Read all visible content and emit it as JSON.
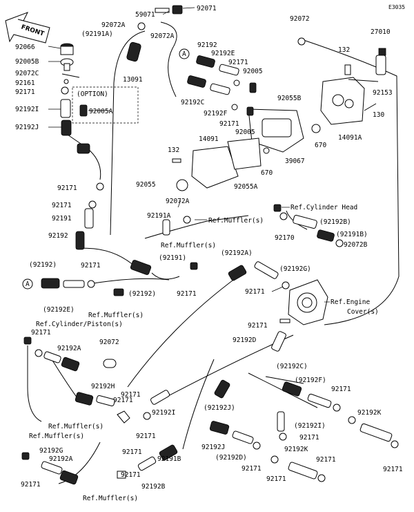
{
  "diagram_code": "E3035",
  "front_arrow_text": "FRONT",
  "option_box_title": "(OPTION)",
  "labels": [
    {
      "id": "l01",
      "text": "59071"
    },
    {
      "id": "l02",
      "text": "92071"
    },
    {
      "id": "l03",
      "text": "92072A"
    },
    {
      "id": "l04",
      "text": "(92191A)"
    },
    {
      "id": "l05",
      "text": "92072A"
    },
    {
      "id": "l06",
      "text": "92072"
    },
    {
      "id": "l07",
      "text": "27010"
    },
    {
      "id": "l08",
      "text": "92066"
    },
    {
      "id": "l09",
      "text": "13091"
    },
    {
      "id": "l10",
      "text": "92192"
    },
    {
      "id": "l11",
      "text": "92192E"
    },
    {
      "id": "l12",
      "text": "92171"
    },
    {
      "id": "l13",
      "text": "92005"
    },
    {
      "id": "l14",
      "text": "132"
    },
    {
      "id": "l15",
      "text": "92005B"
    },
    {
      "id": "l16",
      "text": "92072C"
    },
    {
      "id": "l17",
      "text": "92161"
    },
    {
      "id": "l18",
      "text": "92171"
    },
    {
      "id": "l19",
      "text": "92055B"
    },
    {
      "id": "l20",
      "text": "92153"
    },
    {
      "id": "l21",
      "text": "92192C"
    },
    {
      "id": "l22",
      "text": "92192F"
    },
    {
      "id": "l23",
      "text": "130"
    },
    {
      "id": "l24",
      "text": "92192I"
    },
    {
      "id": "l25",
      "text": "92005A"
    },
    {
      "id": "l26",
      "text": "92171"
    },
    {
      "id": "l27",
      "text": "92005"
    },
    {
      "id": "l28",
      "text": "670"
    },
    {
      "id": "l29",
      "text": "14091A"
    },
    {
      "id": "l30",
      "text": "92192J"
    },
    {
      "id": "l31",
      "text": "14091"
    },
    {
      "id": "l32",
      "text": "132"
    },
    {
      "id": "l33",
      "text": "670"
    },
    {
      "id": "l34",
      "text": "39067"
    },
    {
      "id": "l35",
      "text": "92055"
    },
    {
      "id": "l36",
      "text": "92055A"
    },
    {
      "id": "l37",
      "text": "92171"
    },
    {
      "id": "l38",
      "text": "92072A"
    },
    {
      "id": "l39",
      "text": "92171"
    },
    {
      "id": "l40",
      "text": "Ref.Cylinder Head"
    },
    {
      "id": "l41",
      "text": "92191"
    },
    {
      "id": "l42",
      "text": "92191A"
    },
    {
      "id": "l43",
      "text": "Ref.Muffler(s)"
    },
    {
      "id": "l44",
      "text": "(92192B)"
    },
    {
      "id": "l45",
      "text": "92192"
    },
    {
      "id": "l46",
      "text": "Ref.Muffler(s)"
    },
    {
      "id": "l47",
      "text": "92170"
    },
    {
      "id": "l48",
      "text": "(92191B)"
    },
    {
      "id": "l49",
      "text": "92072B"
    },
    {
      "id": "l50",
      "text": "(92192)"
    },
    {
      "id": "l51",
      "text": "92171"
    },
    {
      "id": "l52",
      "text": "(92191)"
    },
    {
      "id": "l53",
      "text": "(92192A)"
    },
    {
      "id": "l54",
      "text": "(92192G)"
    },
    {
      "id": "l55",
      "text": "(92192)"
    },
    {
      "id": "l56",
      "text": "92171"
    },
    {
      "id": "l57",
      "text": "92171"
    },
    {
      "id": "l58",
      "text": "Ref.Engine"
    },
    {
      "id": "l59",
      "text": "(92192E)"
    },
    {
      "id": "l60",
      "text": "Ref.Muffler(s)"
    },
    {
      "id": "l61",
      "text": "Cover(s)"
    },
    {
      "id": "l62",
      "text": "Ref.Cylinder/Piston(s)"
    },
    {
      "id": "l63",
      "text": "92171"
    },
    {
      "id": "l64",
      "text": "92171"
    },
    {
      "id": "l65",
      "text": "92192D"
    },
    {
      "id": "l66",
      "text": "92192A"
    },
    {
      "id": "l67",
      "text": "92072"
    },
    {
      "id": "l68",
      "text": "(92192C)"
    },
    {
      "id": "l69",
      "text": "(92192F)"
    },
    {
      "id": "l70",
      "text": "92192H"
    },
    {
      "id": "l71",
      "text": "92171"
    },
    {
      "id": "l72",
      "text": "92171"
    },
    {
      "id": "l73",
      "text": "92192K"
    },
    {
      "id": "l74",
      "text": "Ref.Muffler(s)"
    },
    {
      "id": "l75",
      "text": "92171"
    },
    {
      "id": "l76",
      "text": "92192I"
    },
    {
      "id": "l77",
      "text": "(92192J)"
    },
    {
      "id": "l78",
      "text": "(92192I)"
    },
    {
      "id": "l79",
      "text": "Ref.Muffler(s)"
    },
    {
      "id": "l80",
      "text": "92171"
    },
    {
      "id": "l81",
      "text": "92171"
    },
    {
      "id": "l82",
      "text": "92192J"
    },
    {
      "id": "l83",
      "text": "92192G"
    },
    {
      "id": "l84",
      "text": "(92192D)"
    },
    {
      "id": "l85",
      "text": "92192K"
    },
    {
      "id": "l86",
      "text": "92192A"
    },
    {
      "id": "l87",
      "text": "92171"
    },
    {
      "id": "l88",
      "text": "92171"
    },
    {
      "id": "l89",
      "text": "92171"
    },
    {
      "id": "l90",
      "text": "92191B"
    },
    {
      "id": "l91",
      "text": "92171"
    },
    {
      "id": "l92",
      "text": "92171"
    },
    {
      "id": "l93",
      "text": "92171"
    },
    {
      "id": "l94",
      "text": "92192B"
    },
    {
      "id": "l95",
      "text": "Ref.Muffler(s)"
    },
    {
      "id": "l96",
      "text": "92171"
    }
  ],
  "callouts": [
    {
      "id": "cA1",
      "text": "A"
    },
    {
      "id": "cA2",
      "text": "A"
    }
  ]
}
